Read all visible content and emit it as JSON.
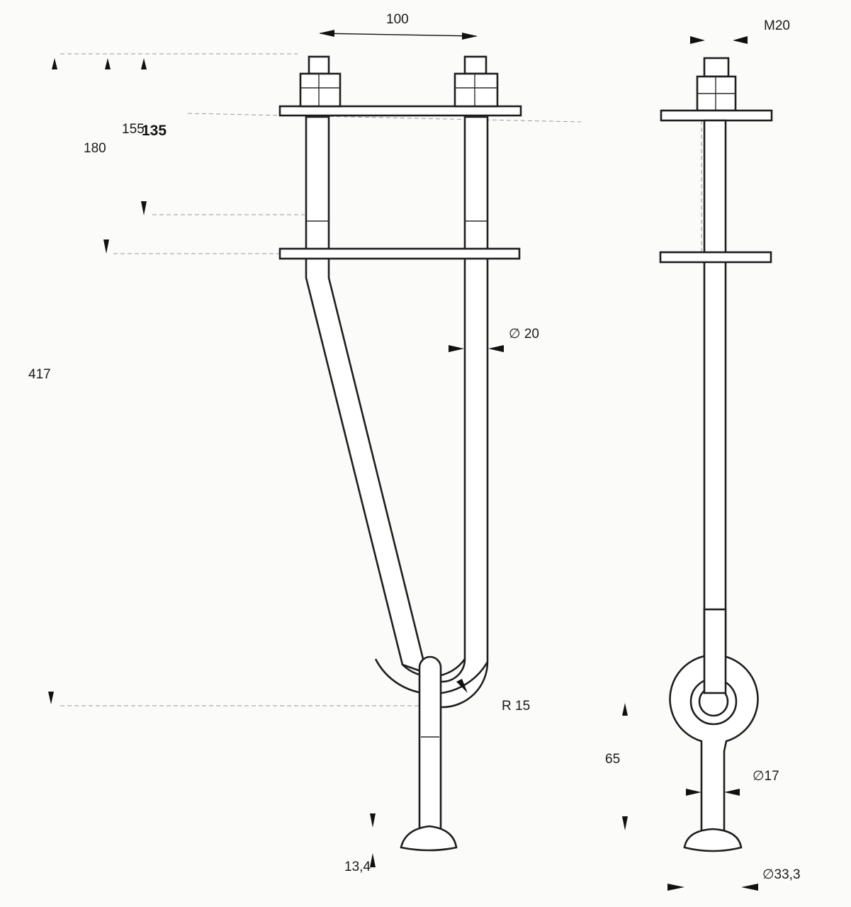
{
  "drawing": {
    "dimensions": {
      "width_100": "100",
      "thread_m20": "M20",
      "h_155": "155",
      "h_135": "135",
      "h_180": "180",
      "h_417": "417",
      "diam_20": "∅ 20",
      "radius_15": "R 15",
      "h_65": "65",
      "diam_17": "∅17",
      "h_13_4": "13,4",
      "diam_33_3": "∅33,3"
    }
  }
}
